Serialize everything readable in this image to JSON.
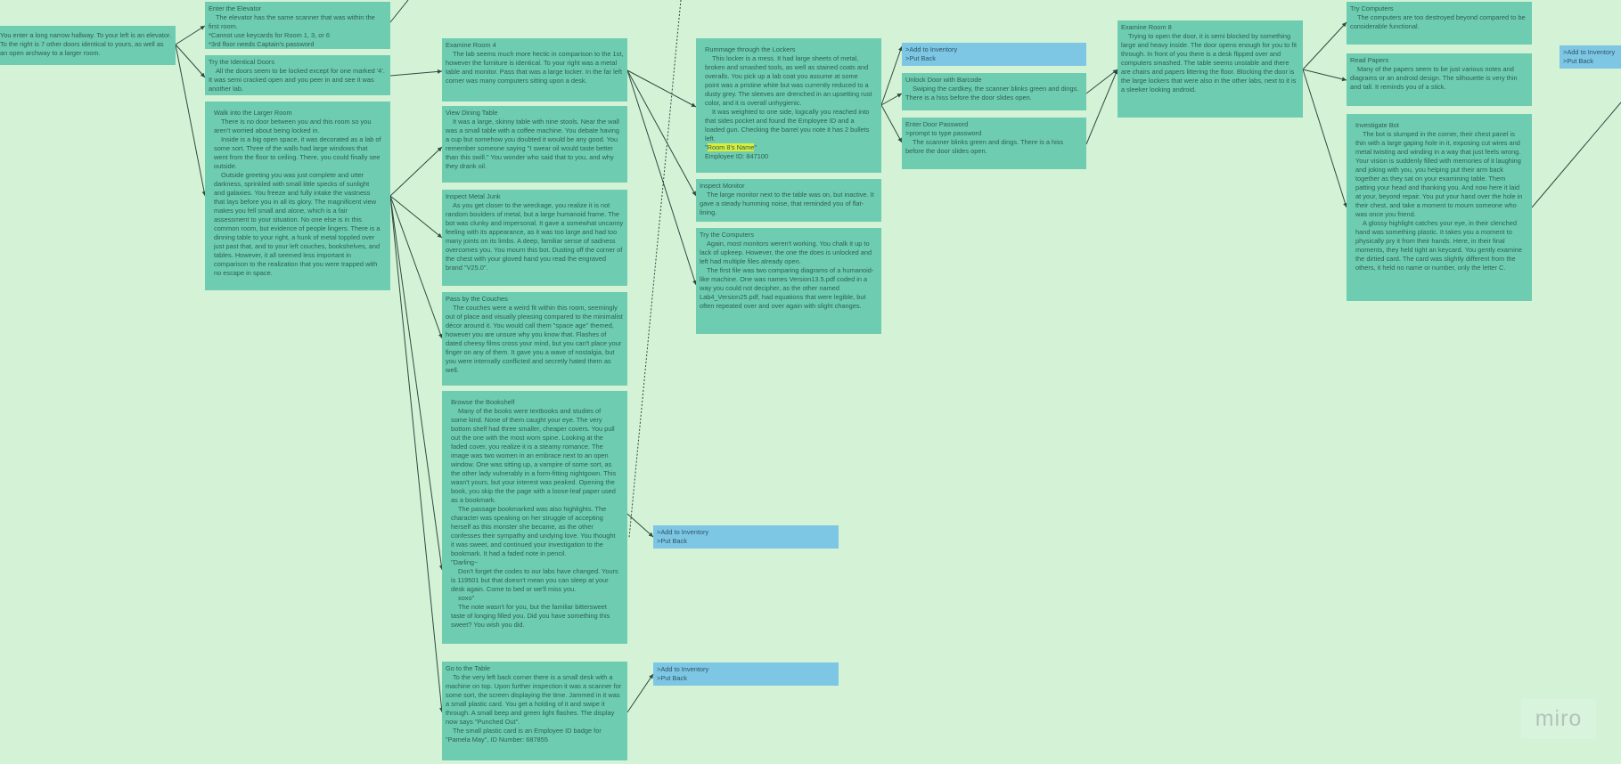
{
  "board": {
    "accent_card": "#6ecdb0",
    "accent_inventory": "#7ec7e4",
    "background": "#d3f2d6",
    "highlight": "#d9ee3a"
  },
  "cards": [
    {
      "id": "intro",
      "title": "",
      "lines": [
        {
          "text": "You enter a long narrow hallway. To your left is an elevator. To the right is 7 other doors identical to yours, as well as an open archway to a larger room.",
          "indent": false
        }
      ]
    },
    {
      "id": "enter-elevator",
      "title": "Enter the Elevator",
      "lines": [
        {
          "text": "The elevator has the same scanner that was within the first room.",
          "indent": true
        },
        {
          "text": "*Cannot use keycards for Room 1, 3, or 6",
          "indent": false
        },
        {
          "text": "*3rd floor needs Captain's password",
          "indent": false
        }
      ]
    },
    {
      "id": "identical-doors",
      "title": "Try the Identical Doors",
      "lines": [
        {
          "text": "All the doors seem to be locked except for one marked '4'. It was semi cracked open and you peer in and see it was another lab.",
          "indent": true
        }
      ]
    },
    {
      "id": "larger-room",
      "title": "Walk into the Larger Room",
      "lines": [
        {
          "text": "There is no door between you and this room so you aren't worried about being locked in.",
          "indent": true
        },
        {
          "text": "Inside is a big open space, it was decorated as a lab of some sort. Three of the walls had large windows that went from the floor to ceiling. There, you could finally see outside.",
          "indent": true
        },
        {
          "text": "Outside greeting you was just complete and utter darkness, sprinkled with small little specks of sunlight and galaxies. You freeze and fully intake the vastness that lays before you in all its glory. The magnificent view makes you fell small and alone, which is a fair assessment to your situation. No one else is in this common room, but evidence of people lingers. There is a dinning table to your right, a hunk of metal toppled over just past that, and to your left couches, bookshelves, and tables. However, it all seemed less important in comparison to the realization that you were trapped with no escape in space.",
          "indent": true
        }
      ]
    },
    {
      "id": "examine-room-4",
      "title": "Examine Room 4",
      "lines": [
        {
          "text": "The lab seems much more hectic in comparison to the 1st, however the furniture is identical. To your right was a metal table and monitor. Pass that was a large locker. In the far left corner was many computers sitting upon a desk.",
          "indent": true
        }
      ]
    },
    {
      "id": "dining-table",
      "title": "View Dining Table",
      "lines": [
        {
          "text": "It was a large, skinny table with nine stools. Near the wall was a small table with a coffee machine. You debate having a cup but somehow you doubted it would be any good. You remember someone saying \"I swear oil would taste better than this swill.\" You wonder who said that to you, and why they drank oil.",
          "indent": true
        }
      ]
    },
    {
      "id": "metal-junk",
      "title": "Inspect Metal Junk",
      "lines": [
        {
          "text": "As you get closer to the wreckage, you realize it is not random boulders of metal, but a large humanoid frame. The bot was clunky and impersonal. It gave a somewhat uncanny feeling with its appearance, as it was too large and had too many joints on its limbs. A deep, familiar sense of sadness overcomes you. You mourn this bot. Dusting off the corner of the chest with your gloved hand you read the engraved brand \"V25.0\".",
          "indent": true
        }
      ]
    },
    {
      "id": "couches",
      "title": "Pass by the Couches",
      "lines": [
        {
          "text": "The couches were a weird fit within this room, seemingly out of place and visually pleasing compared to the minimalist décor around it. You would call them \"space age\" themed, however you are unsure why you know that. Flashes of dated cheesy films cross your mind, but you can't place your finger on any of them. It gave you a wave of nostalgia, but you were internally conflicted and secretly hated them as well.",
          "indent": true
        }
      ]
    },
    {
      "id": "bookshelf",
      "title": "Browse the Bookshelf",
      "lines": [
        {
          "text": "Many of the books were textbooks and studies of some kind. None of them caught your eye. The very bottom shelf had three smaller, cheaper covers. You pull out the one with the most worn spine. Looking at the faded cover, you realize it is a steamy romance. The image was two women in an embrace next to an open window. One was sitting up, a vampire of some sort, as the other lady vulnerably in a form-fitting nightgown. This wasn't yours, but your interest was peaked. Opening the book, you skip the the page with a loose-leaf paper used as a bookmark.",
          "indent": true
        },
        {
          "text": "The passage bookmarked was also highlights. The character was speaking on her struggle of accepting herself as this monster she became, as the other confesses their sympathy and undying love. You thought it was sweet, and continued your investigation to the bookmark. It had a faded note in pencil.",
          "indent": true
        },
        {
          "text": "\"Darling~",
          "indent": false
        },
        {
          "text": "Don't forget the codes to our labs have changed. Yours is 119501 but that doesn't mean you can sleep at your desk again. Come to bed or we'll miss you.",
          "indent": true
        },
        {
          "text": "xoxo\"",
          "indent": true
        },
        {
          "text": "The note wasn't for you, but the familiar bittersweet taste of longing filled you. Did you have something this sweet? You wish you did.",
          "indent": true
        }
      ]
    },
    {
      "id": "go-to-table",
      "title": "Go to the Table",
      "lines": [
        {
          "text": "To the very left back corner there is a small desk with a machine on top. Upon further inspection it was a scanner for some sort, the screen displaying the time. Jammed in it was a small plastic card. You get a holding of it and swipe it through. A small beep and green light flashes. The display now says \"Punched Out\".",
          "indent": true
        },
        {
          "text": "The small plastic card is an Employee ID badge for \"Pamela May\", ID Number: 687855",
          "indent": true
        }
      ]
    },
    {
      "id": "lockers",
      "title": "Rummage through the Lockers",
      "lines": [
        {
          "text": "This locker is a mess. It had large sheets of metal, broken and smashed tools, as well as stained coats and overalls. You pick up a lab coat you assume at some point was a pristine white but was currently reduced to a dusty grey. The sleeves are drenched in an upsetting rust color, and it is overall unhygienic.",
          "indent": true
        },
        {
          "text": "It was weighted to one side, logically you reached into that sides pocket and found the Employee ID and a loaded gun. Checking the barrel you note it has 2 bullets left.",
          "indent": true
        },
        {
          "text": "\"",
          "indent": false,
          "highlight": "Room 8's Name",
          "after": "\""
        },
        {
          "text": "Employee ID: 847100",
          "indent": false
        }
      ]
    },
    {
      "id": "inspect-monitor",
      "title": "Inspect Monitor",
      "lines": [
        {
          "text": "The large monitor next to the table was on, but inactive. It gave a steady humming noise, that reminded you of flat-lining.",
          "indent": true
        }
      ]
    },
    {
      "id": "try-the-computers",
      "title": "Try the Computers",
      "lines": [
        {
          "text": "Again, most monitors weren't working. You chalk it up to lack of upkeep. However, the one the does is unlocked and left had multiple files already open.",
          "indent": true
        },
        {
          "text": "The first file was two comparing diagrams of a humanoid-like machine. One was names Version13.5.pdf coded in a way you could not decipher, as the other named Lab4_Version25.pdf, had equations that were legible, but often repeated over and over again with slight changes.",
          "indent": true
        }
      ]
    },
    {
      "id": "unlock-barcode",
      "title": "Unlock Door with Barcode",
      "lines": [
        {
          "text": "Swiping the cardkey, the scanner blinks green and dings. There is a hiss before the door slides open.",
          "indent": true
        }
      ]
    },
    {
      "id": "door-password",
      "title": "Enter Door Password",
      "lines": [
        {
          "text": ">prompt to type password",
          "indent": false
        },
        {
          "text": "The scanner blinks green and dings. There is a hiss before the door slides open.",
          "indent": true
        }
      ]
    },
    {
      "id": "examine-room-8",
      "title": "Examine Room 8",
      "lines": [
        {
          "text": "Trying to open the door, it is semi blocked by something large and heavy inside. The door opens enough for you to fit through. In front of you there is a desk flipped over and computers smashed. The table seems unstable and there are chairs and papers littering the floor. Blocking the door is the large lockers that were also in the other labs, next to it is a sleeker looking android.",
          "indent": true
        }
      ]
    },
    {
      "id": "try-computers",
      "title": "Try Computers",
      "lines": [
        {
          "text": "The computers are too destroyed beyond compared to be considerable functional.",
          "indent": true
        }
      ]
    },
    {
      "id": "read-papers",
      "title": "Read Papers",
      "lines": [
        {
          "text": "Many of the papers seem to be just various notes and diagrams or an android design. The silhouette is very thin and tall. It reminds you of a stick.",
          "indent": true
        }
      ]
    },
    {
      "id": "investigate-bot",
      "title": "Investigate Bot",
      "lines": [
        {
          "text": "The bot is slumped in the corner, their chest panel is thin with a large gaping hole in it, exposing cut wires and metal twisting and winding in a way that just feels wrong. Your vision is suddenly filled with memories of it laughing and joking with you, you helping put their arm back together as they sat on your examining table. Them patting your head and thanking you. And now here it laid at your, beyond repair. You put your hand over the hole in their chest, and take a moment to mourn someone who was once you friend.",
          "indent": true
        },
        {
          "text": "A glossy highlight catches your eye, in their clenched hand was something plastic. It takes you a moment to physically pry it from their hands. Here, in their final moments, they held tight an keycard. You gently examine the dirtied card. The card was slightly different from the others, it held no name or number, only the letter C.",
          "indent": true
        }
      ]
    },
    {
      "id": "inventory-lockers",
      "title": "",
      "lines": [
        {
          "text": ">Add to Inventory",
          "indent": false
        },
        {
          "text": ">Put Back",
          "indent": false
        }
      ]
    },
    {
      "id": "inventory-bookshelf",
      "title": "",
      "lines": [
        {
          "text": ">Add to Inventory",
          "indent": false
        },
        {
          "text": ">Put Back",
          "indent": false
        }
      ]
    },
    {
      "id": "inventory-table",
      "title": "",
      "lines": [
        {
          "text": ">Add to Inventory",
          "indent": false
        },
        {
          "text": ">Put Back",
          "indent": false
        }
      ]
    },
    {
      "id": "inventory-bot",
      "title": "",
      "lines": [
        {
          "text": ">Add to Inventory",
          "indent": false
        },
        {
          "text": ">Put Back",
          "indent": false
        }
      ]
    }
  ],
  "logo": "miro"
}
